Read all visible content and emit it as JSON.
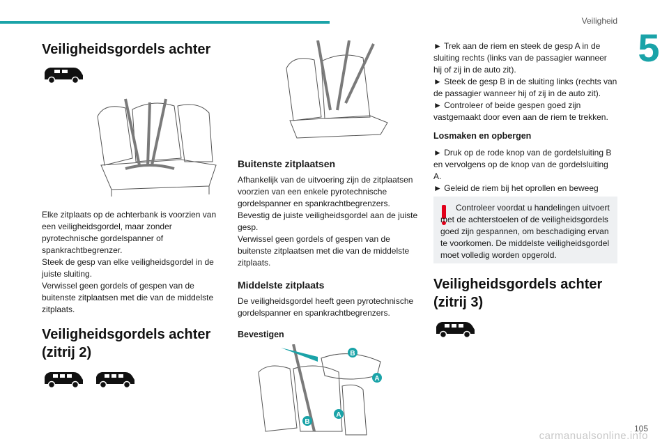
{
  "header": {
    "section": "Veiligheid",
    "chapter": "5"
  },
  "left": {
    "title1": "Veiligheidsgordels achter",
    "body1": [
      "Elke zitplaats op de achterbank is voorzien van een veiligheidsgordel, maar zonder pyrotechnische gordelspanner of spankrachtbegrenzer.",
      "Steek de gesp van elke veiligheidsgordel in de juiste sluiting.",
      "Verwissel geen gordels of gespen van de buitenste zitplaatsen met die van de middelste zitplaats."
    ],
    "title2_line1": "Veiligheidsgordels achter",
    "title2_line2": "(zitrij 2)"
  },
  "middle": {
    "h_outer": "Buitenste zitplaatsen",
    "outer_body": [
      "Afhankelijk van de uitvoering zijn de zitplaatsen voorzien van een enkele pyrotechnische gordelspanner en spankrachtbegrenzers.",
      "Bevestig de juiste veiligheidsgordel aan de juiste gesp.",
      "Verwissel geen gordels of gespen van de buitenste zitplaatsen met die van de middelste zitplaats."
    ],
    "h_middle": "Middelste zitplaats",
    "middle_body": "De veiligheidsgordel heeft geen pyrotechnische gordelspanner en spankrachtbegrenzers.",
    "h_fasten": "Bevestigen",
    "label_a": "A",
    "label_b": "B"
  },
  "right": {
    "steps1": [
      "► Trek aan de riem en steek de gesp A in de sluiting rechts (links van de passagier wanneer hij of zij in de auto zit).",
      "► Steek de gesp B in de sluiting links (rechts van de passagier wanneer hij of zij in de auto zit).",
      "► Controleer of beide gespen goed zijn vastgemaakt door even aan de riem te trekken."
    ],
    "h_release": "Losmaken en opbergen",
    "steps2": [
      "► Druk op de rode knop van de gordelsluiting B en vervolgens op de knop van de gordelsluiting A.",
      "► Geleid de riem bij het oprollen en beweeg gesp B en daarna gesp A naar de magneet van het bevestigingspunt in de hemelbekleding."
    ],
    "warning": "Controleer voordat u handelingen uitvoert met de achterstoelen of de veiligheidsgordels goed zijn gespannen, om beschadiging ervan te voorkomen. De middelste veiligheidsgordel moet volledig worden opgerold.",
    "title3_line1": "Veiligheidsgordels achter",
    "title3_line2": "(zitrij 3)"
  },
  "footer": {
    "page": "105",
    "watermark": "carmanualsonline.info"
  },
  "colors": {
    "accent": "#1aa3a8",
    "warning": "#e2001a",
    "callout": "#1aa3a8"
  }
}
